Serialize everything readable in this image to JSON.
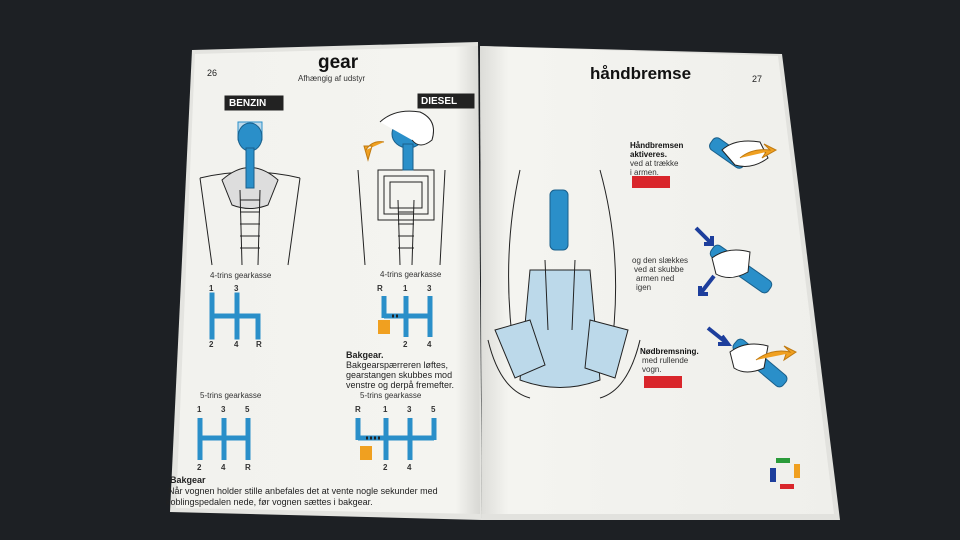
{
  "left_page": {
    "page_number": "26",
    "title": "gear",
    "subtitle": "Afhængig af udstyr",
    "benzin_label": "BENZIN",
    "diesel_label": "DIESEL",
    "gearbox4_left": "4-trins gearkasse",
    "gearbox4_right": "4-trins gearkasse",
    "gearbox5_left": "5-trins gearkasse",
    "gearbox5_right": "5-trins gearkasse",
    "shift4_top": [
      "1",
      "3"
    ],
    "shift4_bottom": [
      "2",
      "4",
      "R"
    ],
    "shift4r_top": [
      "R",
      "1",
      "3"
    ],
    "shift4r_bottom": [
      "2",
      "4"
    ],
    "shift5_top": [
      "1",
      "3",
      "5"
    ],
    "shift5_bottom": [
      "2",
      "4",
      "R"
    ],
    "shift5r_top": [
      "R",
      "1",
      "3",
      "5"
    ],
    "shift5r_bottom": [
      "2",
      "4"
    ],
    "bakgear_mid_title": "Bakgear.",
    "bakgear_mid_lines": [
      "Bakgearspærreren løftes,",
      "gearstangen skubbes mod",
      "venstre og derpå fremefter."
    ],
    "bakgear_bottom_title": "Bakgear",
    "bakgear_bottom_lines": [
      "Når vognen holder stille anbefales det at vente nogle sekunder med",
      "koblingspedalen nede, før vognen sættes i bakgear."
    ]
  },
  "right_page": {
    "page_number": "27",
    "title": "håndbremse",
    "item1_bold": "Håndbremsen",
    "item1_lines": [
      "aktiveres.",
      "ved at trække",
      "i armen."
    ],
    "item2_lines": [
      "og den slækkes",
      "ved at skubbe",
      "armen ned",
      "igen"
    ],
    "item3_bold": "Nødbremsning.",
    "item3_lines": [
      "med rullende",
      "vogn."
    ]
  },
  "colors": {
    "blue": "#2a8fc9",
    "light_blue": "#bcd9ea",
    "red": "#d9262b",
    "orange": "#f0a020",
    "navy": "#1d3e9c",
    "page": "#f5f5f2"
  }
}
